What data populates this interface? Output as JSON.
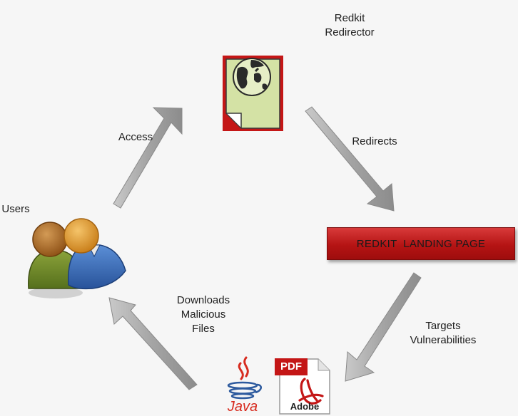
{
  "nodes": {
    "redirector": {
      "line1": "Redkit",
      "line2": "Redirector"
    },
    "users": {
      "label": "Users"
    },
    "landing_page": {
      "label": "REDKIT  LANDING PAGE"
    }
  },
  "edges": {
    "access": {
      "label": "Access"
    },
    "redirects": {
      "label": "Redirects"
    },
    "targets": {
      "line1": "Targets",
      "line2": "Vulnerabilities"
    },
    "downloads": {
      "line1": "Downloads",
      "line2": "Malicious",
      "line3": "Files"
    }
  },
  "logos": {
    "java": {
      "text": "Java"
    },
    "pdf": {
      "badge": "PDF",
      "text": "Adobe"
    }
  },
  "colors": {
    "arrow": "#a9a9a9",
    "landing_red": "#b51414",
    "document_green": "#d4e2a5",
    "document_border": "#c41616"
  }
}
